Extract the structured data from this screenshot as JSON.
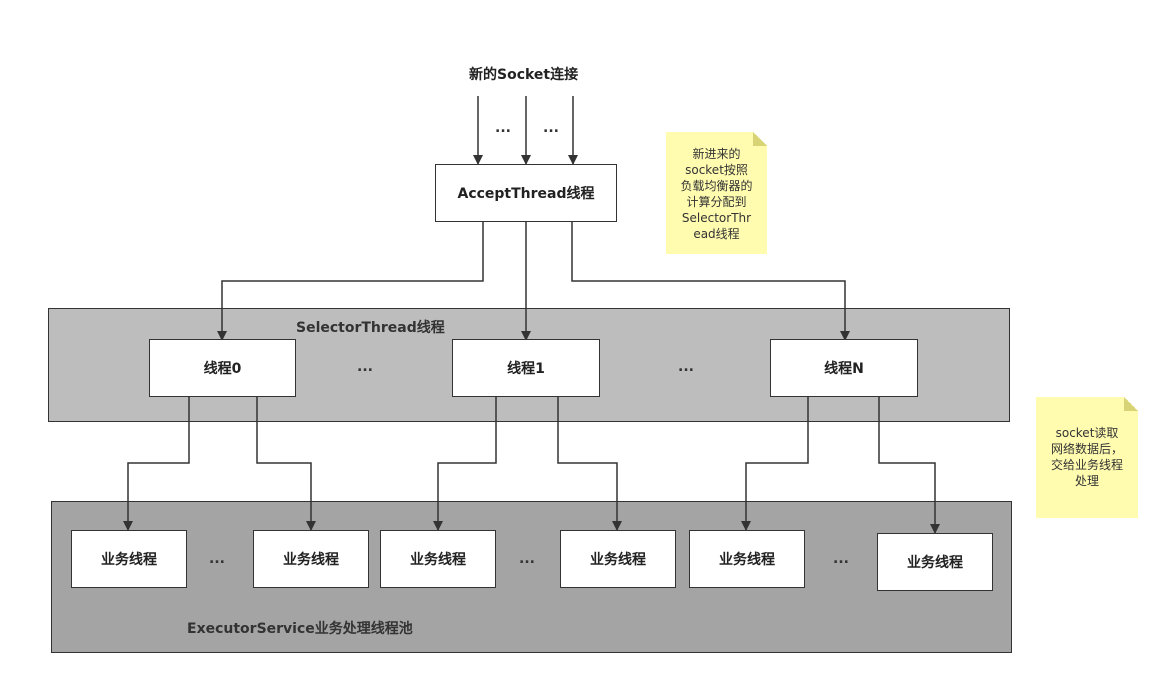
{
  "diagram": {
    "top_label": "新的Socket连接",
    "top_ellipsis_1": "...",
    "top_ellipsis_2": "...",
    "accept_thread": "AcceptThread线程",
    "selector_layer": {
      "label": "SelectorThread线程",
      "threads": [
        "线程0",
        "线程1",
        "线程N"
      ],
      "ellipsis_1": "...",
      "ellipsis_2": "..."
    },
    "executor_layer": {
      "label": "ExecutorService业务处理线程池",
      "workers": [
        "业务线程",
        "业务线程",
        "业务线程",
        "业务线程",
        "业务线程",
        "业务线程"
      ],
      "ellipsis_1": "...",
      "ellipsis_2": "...",
      "ellipsis_3": "..."
    },
    "notes": {
      "balancer": "新进来的\nsocket按照\n负载均衡器的\n计算分配到\nSelectorThr\nead线程",
      "socket_read": "socket读取\n网络数据后，\n交给业务线程\n处理"
    }
  },
  "colors": {
    "selector_layer_bg": "#bdbdbd",
    "executor_layer_bg": "#a4a4a4",
    "note_bg": "#fffcb0",
    "line": "#333333"
  }
}
